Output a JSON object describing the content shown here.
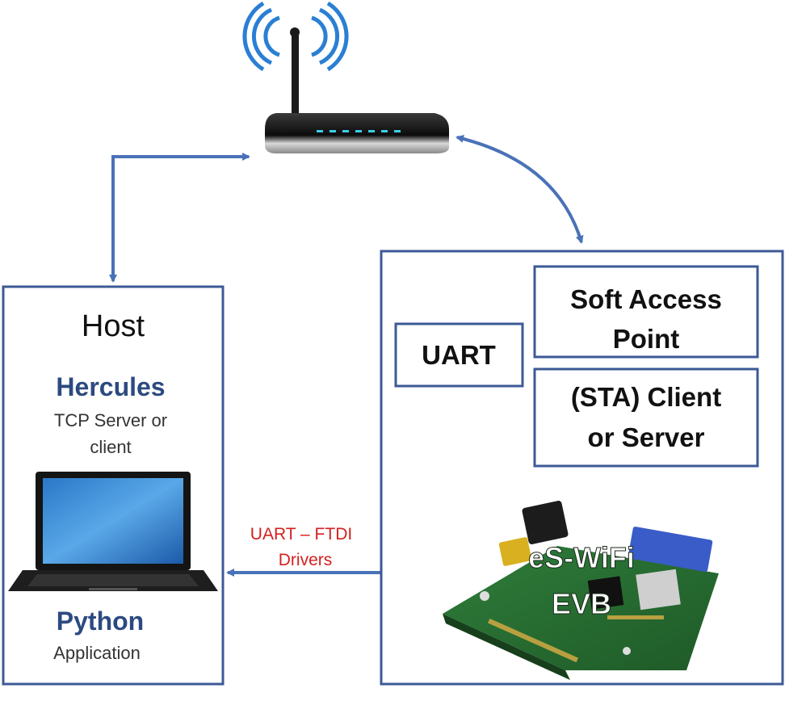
{
  "host": {
    "title": "Host",
    "app_name": "Hercules",
    "app_desc_line1": "TCP Server or",
    "app_desc_line2": "client",
    "lang_name": "Python",
    "lang_desc": "Application"
  },
  "link": {
    "line1": "UART – FTDI",
    "line2": "Drivers"
  },
  "module": {
    "uart_label": "UART",
    "soft_ap_line1": "Soft Access",
    "soft_ap_line2": "Point",
    "sta_line1": "(STA) Client",
    "sta_line2": "or Server",
    "board_line1": "eS-WiFi",
    "board_line2": "EVB"
  },
  "colors": {
    "box_border": "#3c5a96",
    "arrow": "#4a72b8",
    "accent_blue": "#2c4a80",
    "driver_text": "#d42020"
  },
  "icons": [
    "wifi-router-icon",
    "wifi-signal-icon",
    "laptop-icon",
    "evb-board-icon"
  ]
}
